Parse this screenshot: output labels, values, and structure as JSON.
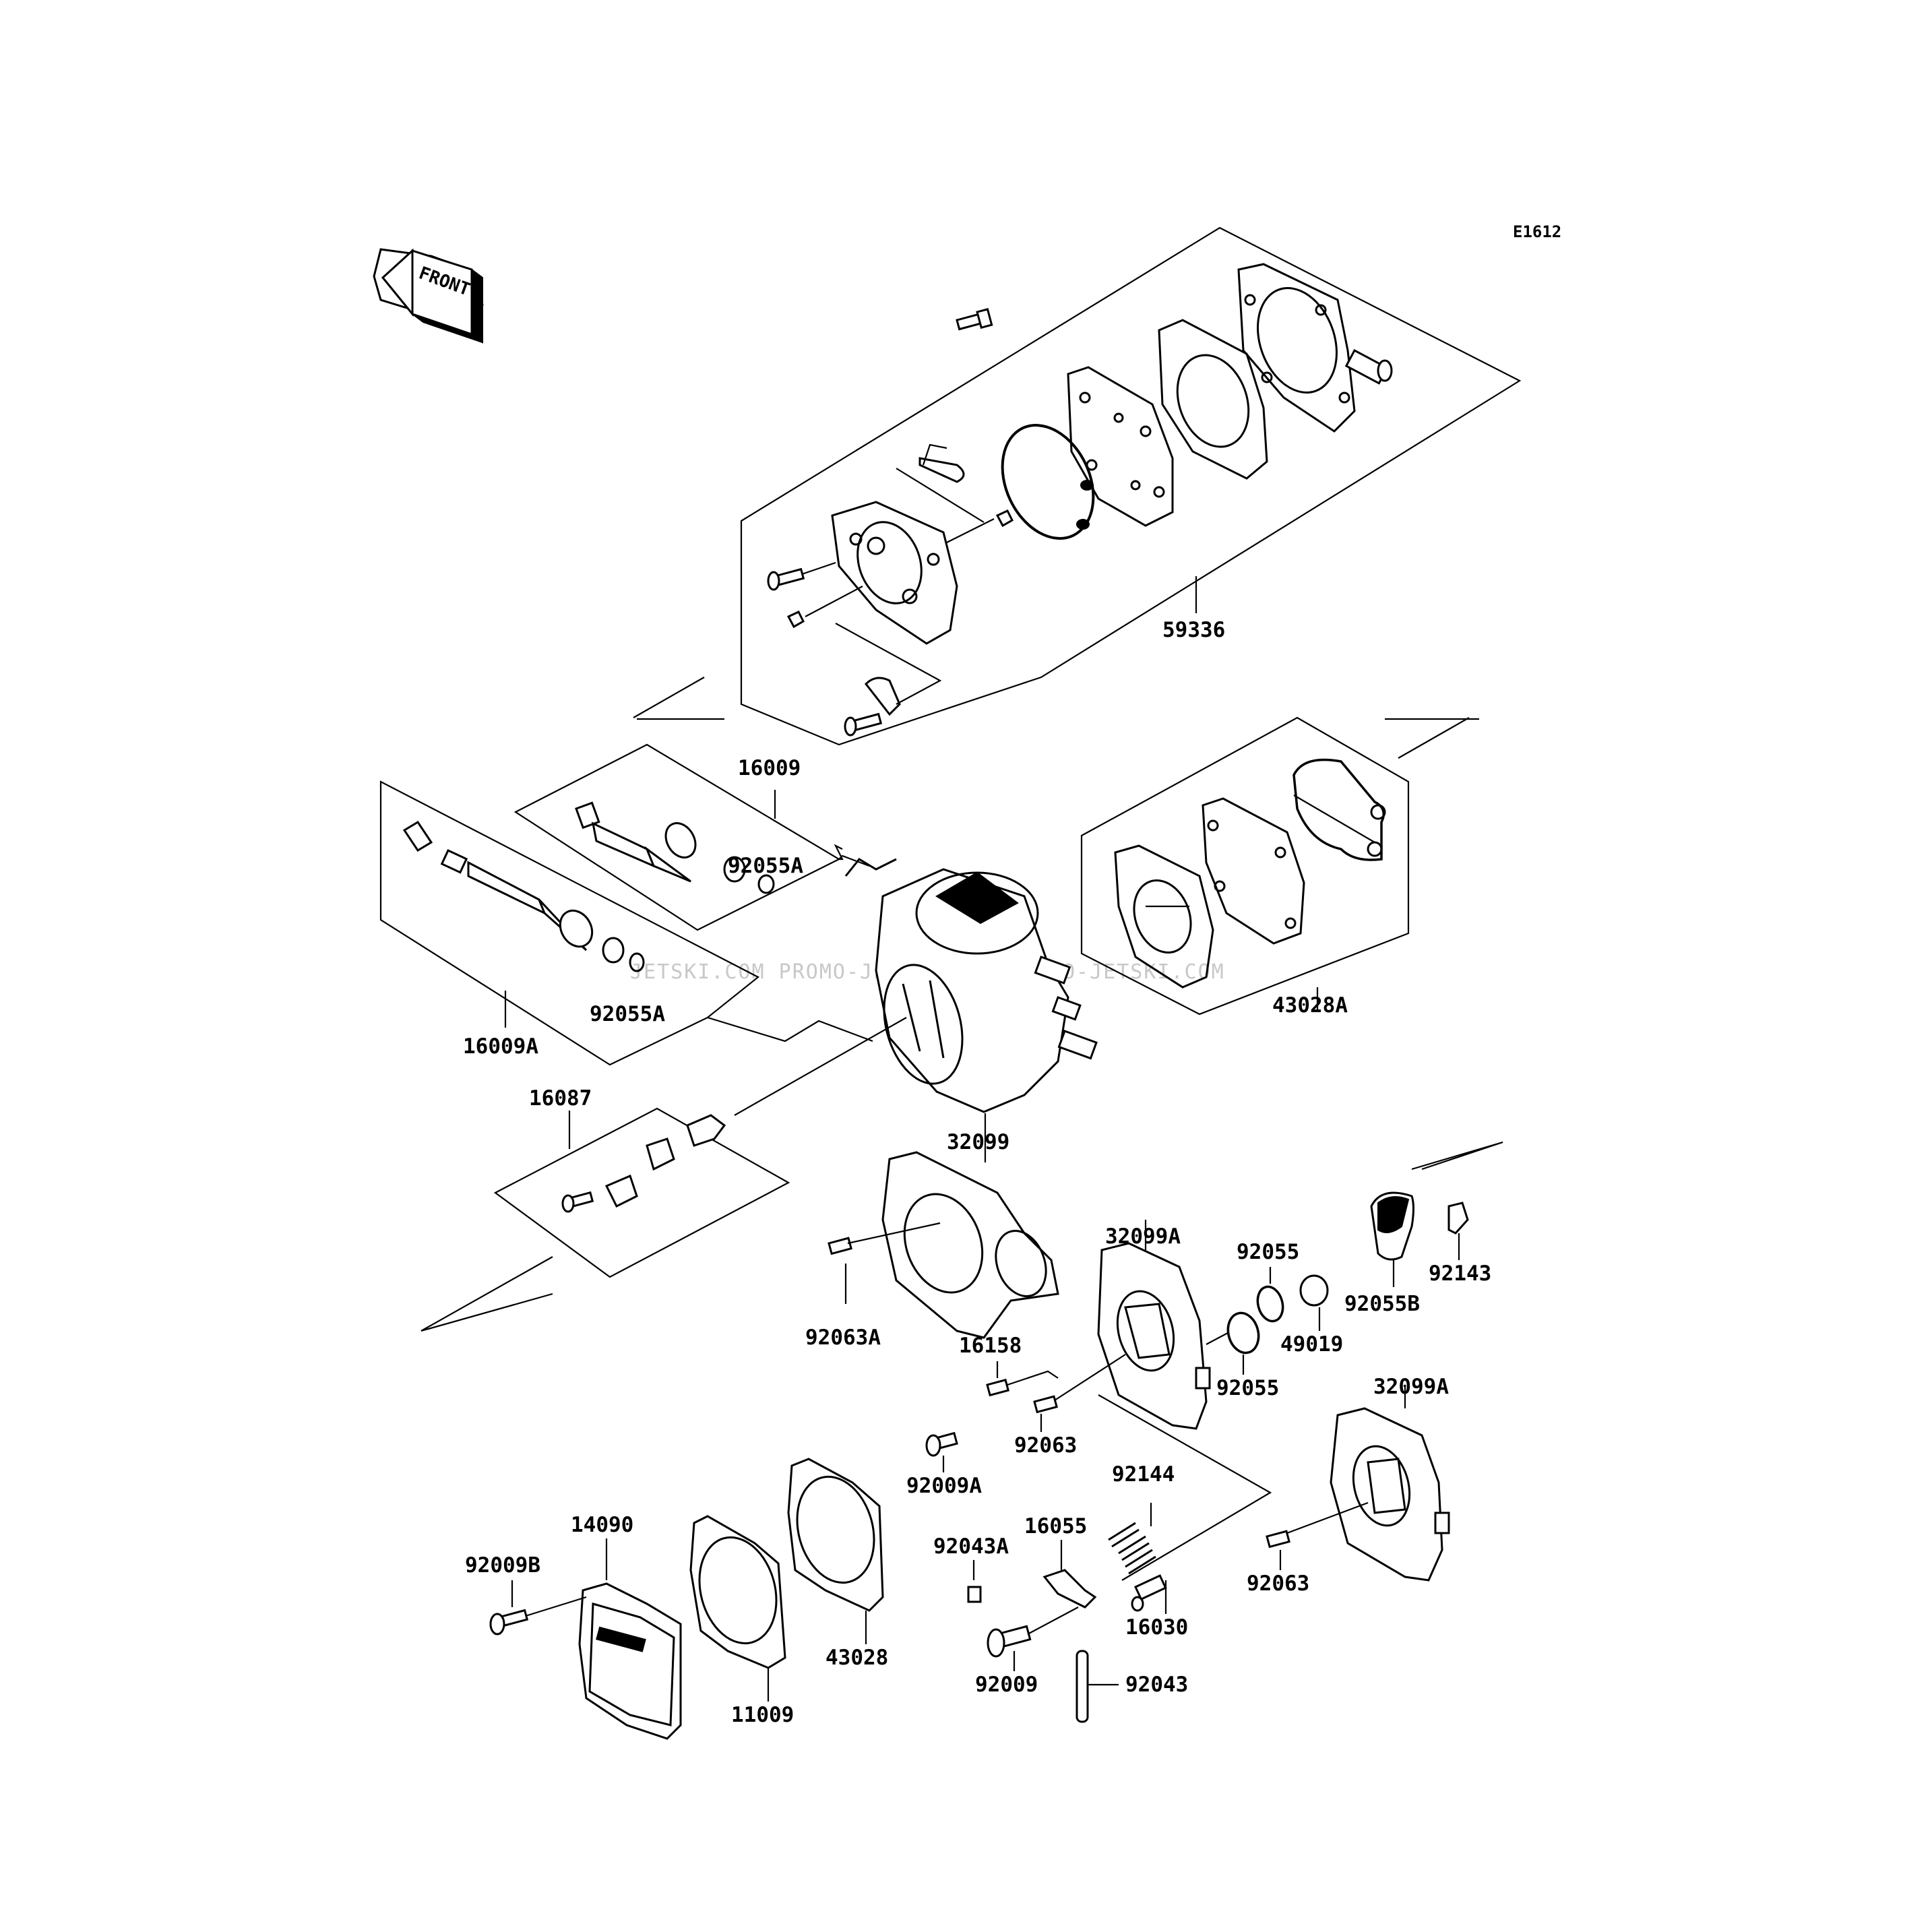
{
  "diagram": {
    "code": "E1612",
    "front_label": "FRONT",
    "watermark": "JETSKI.COM  PROMO-JETSKI.COM  PROMO-JETSKI.COM",
    "labels": {
      "p59336": "59336",
      "p16009": "16009",
      "p92055A_1": "92055A",
      "p92055A_2": "92055A",
      "p16009A": "16009A",
      "p43028A": "43028A",
      "p16087": "16087",
      "p32099": "32099",
      "p92063A": "92063A",
      "p32099A_1": "32099A",
      "p92055_1": "92055",
      "p92055_2": "92055",
      "p49019": "49019",
      "p92055B": "92055B",
      "p92143": "92143",
      "p16158": "16158",
      "p92063_1": "92063",
      "p92009A": "92009A",
      "p92144": "92144",
      "p16055": "16055",
      "p92043A": "92043A",
      "p14090": "14090",
      "p92009B": "92009B",
      "p43028": "43028",
      "p11009": "11009",
      "p16030": "16030",
      "p92009": "92009",
      "p92043": "92043",
      "p32099A_2": "32099A",
      "p92063_2": "92063"
    }
  }
}
